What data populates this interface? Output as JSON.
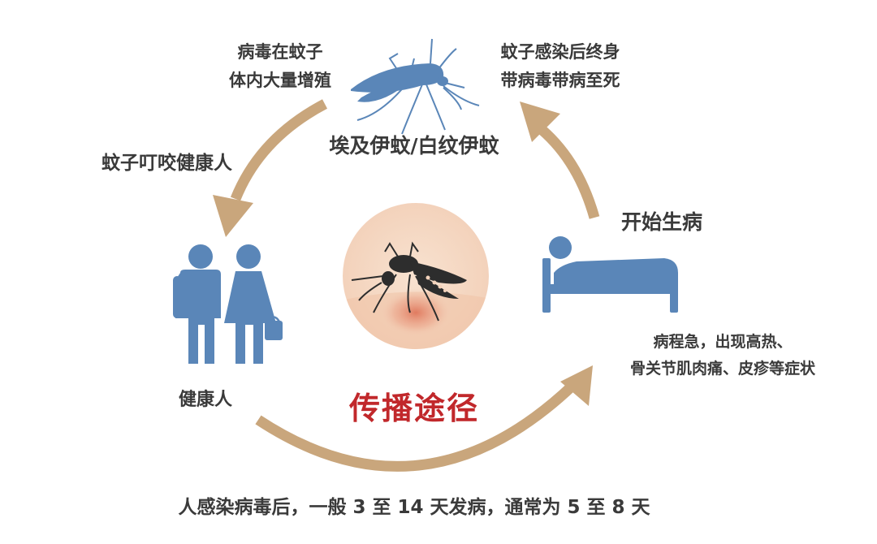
{
  "title": "传播途径",
  "mosquito_stage": {
    "left_note": [
      "病毒在蚊子",
      "体内大量增殖"
    ],
    "right_note": [
      "蚊子感染后终身",
      "带病毒带病至死"
    ],
    "species": "埃及伊蚊/白纹伊蚊"
  },
  "bite_label": "蚊子叮咬健康人",
  "healthy_label": "健康人",
  "sick_label": "开始生病",
  "symptoms": [
    "病程急，出现高热、",
    "骨关节肌肉痛、皮疹等症状"
  ],
  "incubation_note": "人感染病毒后，一般 3 至 14 天发病，通常为 5 至 8 天",
  "colors": {
    "icon_blue": "#5a86b8",
    "arrow_tan": "#c9a67c",
    "title_red": "#c1282b",
    "text": "#3a3a3a",
    "skin": "#f6dcc7"
  }
}
